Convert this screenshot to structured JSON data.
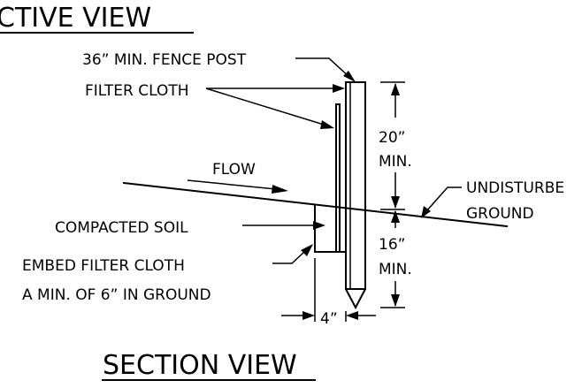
{
  "titles": {
    "top": "CTIVE VIEW",
    "bottom": "SECTION VIEW"
  },
  "labels": {
    "fence_post": "36” MIN. FENCE POST",
    "filter_cloth": "FILTER CLOTH",
    "flow": "FLOW",
    "undisturbed_line1": "UNDISTURBE",
    "undisturbed_line2": "GROUND",
    "compacted_soil": "COMPACTED SOIL",
    "embed_line1": "EMBED FILTER CLOTH",
    "embed_line2": "A MIN. OF 6” IN GROUND",
    "dim_upper_value": "20”",
    "dim_upper_min": "MIN.",
    "dim_lower_value": "16”",
    "dim_lower_min": "MIN.",
    "dim_width": "4”"
  }
}
